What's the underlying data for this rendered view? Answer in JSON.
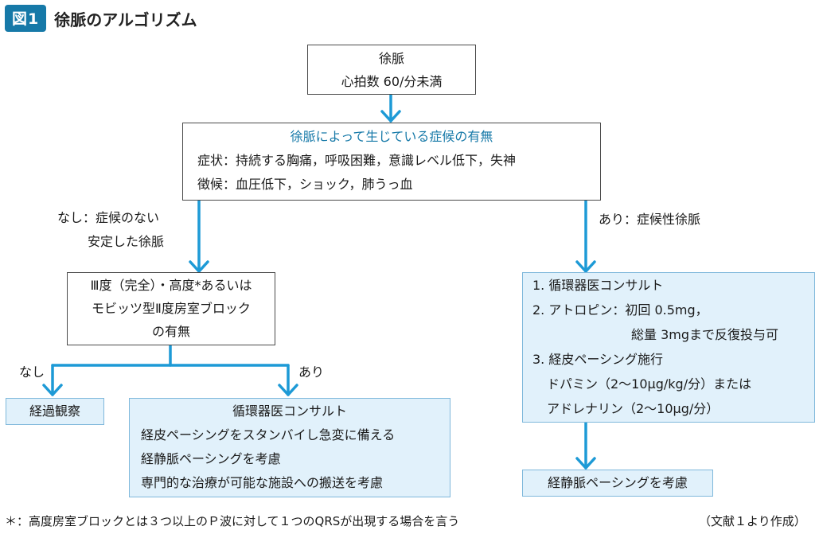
{
  "header": {
    "badge": "図1",
    "title": "徐脈のアルゴリズム"
  },
  "nodes": {
    "start": {
      "line1": "徐脈",
      "line2": "心拍数 60/分未満"
    },
    "symptom_check": {
      "heading": "徐脈によって生じている症候の有無",
      "line1": "症状：持続する胸痛，呼吸困難，意識レベル低下，失神",
      "line2": "徴候：血圧低下，ショック，肺うっ血"
    },
    "block_check": {
      "line1": "Ⅲ度（完全）・高度*あるいは",
      "line2": "モビッツ型Ⅱ度房室ブロック",
      "line3": "の有無"
    },
    "observe": {
      "label": "経過観察"
    },
    "consult_prepare": {
      "line1": "循環器医コンサルト",
      "line2": "経皮ペーシングをスタンバイし急変に備える",
      "line3": "経静脈ペーシングを考慮",
      "line4": "専門的な治療が可能な施設への搬送を考慮"
    },
    "treat": {
      "line1": "1. 循環器医コンサルト",
      "line2": "2. アトロピン：初回 0.5mg，",
      "line3": "総量 3mgまで反復投与可",
      "line4": "3. 経皮ペーシング施行",
      "line5": "ドパミン（2〜10μg/kg/分）または",
      "line6": "アドレナリン（2〜10μg/分）"
    },
    "transvenous": {
      "label": "経静脈ペーシングを考慮"
    }
  },
  "edges": {
    "no_symptoms_1": "なし：症候のない",
    "no_symptoms_2": "安定した徐脈",
    "symptomatic": "あり：症候性徐脈",
    "block_no": "なし",
    "block_yes": "あり"
  },
  "footer": {
    "note": "＊：高度房室ブロックとは３つ以上のＰ波に対して１つのQRSが出現する場合を言う",
    "source": "（文献１より作成）"
  },
  "colors": {
    "accent": "#1679a8",
    "arrow": "#1d9ad6",
    "box_fill": "#e1f1fb",
    "box_border": "#7fb8db"
  }
}
